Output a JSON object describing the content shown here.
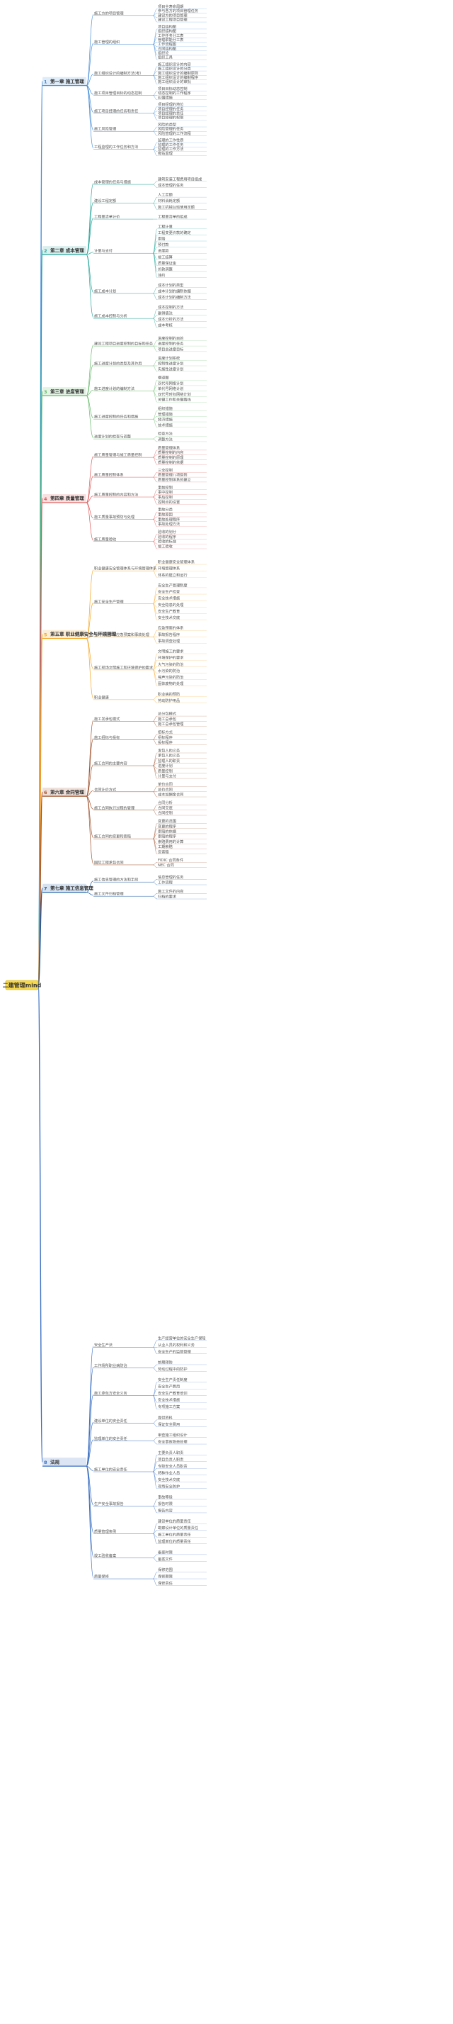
{
  "root": {
    "label": "二建管理mind"
  },
  "sections": [
    {
      "num": "1",
      "title": "第一章 施工管理",
      "badge": "",
      "color": "#4a90d9",
      "children": [
        {
          "t": "施工方的项目管理",
          "c": [
            "项目全寿命周期",
            "参与各方的项目管理任务",
            "建设方的项目管理",
            "建设工程项目管理"
          ]
        },
        {
          "t": "施工管理的组织",
          "c": [
            "项目结构图",
            "组织结构图",
            "工作任务分工表",
            "管理职能分工表",
            "工作流程图",
            "合同结构图",
            "组织论",
            "组织工具"
          ]
        },
        {
          "t": "施工组织设计的编制方法(考）",
          "c": [
            "施工组织设计的内容",
            "施工组织设计的分类",
            "施工组织设计的编制原则",
            "施工组织设计的编制程序",
            "施工组织设计的审批"
          ]
        },
        {
          "t": "施工项目管理目标的动态控制",
          "c": [
            "项目目标动态控制",
            "动态控制的工作程序",
            "纠偏措施"
          ]
        },
        {
          "t": "施工项目经理的任务和责任",
          "c": [
            "项目经理的地位",
            "项目经理的任务",
            "项目经理的责任",
            "项目经理的权限"
          ]
        },
        {
          "t": "施工风险管理",
          "c": [
            "风险的类型",
            "风险管理的任务",
            "风险管理的工作流程"
          ]
        },
        {
          "t": "工程监理的工作任务和方法",
          "c": [
            "监理的工作性质",
            "监理的工作任务",
            "监理的工作方法",
            "旁站监理"
          ]
        }
      ]
    },
    {
      "num": "2",
      "title": "第二章 成本管理",
      "badge": "",
      "color": "#26a69a",
      "children": [
        {
          "t": "成本管理的任务与措施",
          "c": [
            "建筑安装工程费用项目组成",
            "成本管理的任务"
          ]
        },
        {
          "t": "建设工程定额",
          "c": [
            "人工定额",
            "材料消耗定额",
            "施工机械台班使用定额"
          ]
        },
        {
          "t": "工程量清单计价",
          "c": [
            "工程量清单的组成"
          ]
        },
        {
          "t": "计量与支付",
          "c": [
            "工程计量",
            "工程变更价款的确定",
            "索赔",
            "预付款",
            "进度款",
            "竣工结算",
            "质量保证金",
            "价款调整",
            "违约"
          ]
        },
        {
          "t": "施工成本计划",
          "c": [
            "成本计划的类型",
            "成本计划的编制依据",
            "成本计划的编制方法"
          ]
        },
        {
          "t": "施工成本控制与分析",
          "c": [
            "成本控制的方法",
            "赢得值法",
            "成本分析的方法",
            "成本考核"
          ]
        }
      ]
    },
    {
      "num": "3",
      "title": "第三章 进度管理",
      "badge": "",
      "color": "#66bb6a",
      "children": [
        {
          "t": "建设工程项目进度控制的目标和任务",
          "c": [
            "进度控制的目的",
            "进度控制的任务",
            "项目总进度目标"
          ]
        },
        {
          "t": "施工进度计划的类型及其作用",
          "c": [
            "进度计划系统",
            "控制性进度计划",
            "实施性进度计划"
          ]
        },
        {
          "t": "施工进度计划的编制方法",
          "c": [
            "横道图",
            "双代号网络计划",
            "单代号网络计划",
            "双代号时标网络计划",
            "关键工作和关键路线"
          ]
        },
        {
          "t": "施工进度控制的任务和措施",
          "c": [
            "组织措施",
            "管理措施",
            "经济措施",
            "技术措施"
          ]
        },
        {
          "t": "进度计划的检查与调整",
          "c": [
            "检查方法",
            "调整方法"
          ]
        }
      ]
    },
    {
      "num": "4",
      "title": "第四章 质量管理",
      "badge": "",
      "color": "#e05858",
      "children": [
        {
          "t": "施工质量管理与施工质量控制",
          "c": [
            "质量管理体系",
            "质量控制的内容",
            "质量控制的原理",
            "质量控制的依据"
          ]
        },
        {
          "t": "施工质量控制体系",
          "c": [
            "三全控制",
            "质量管理八项原则",
            "质量控制体系的建立"
          ]
        },
        {
          "t": "施工质量控制的内容和方法",
          "c": [
            "事前控制",
            "事中控制",
            "事后控制",
            "控制点的设置"
          ]
        },
        {
          "t": "施工质量事故预防与处理",
          "c": [
            "事故分类",
            "事故原因",
            "事故处理程序",
            "事故处理方法"
          ]
        },
        {
          "t": "施工质量验收",
          "c": [
            "验收的划分",
            "验收的程序",
            "验收的标准",
            "竣工验收"
          ]
        }
      ]
    },
    {
      "num": "5",
      "title": "第五章 职业健康安全与环境管理",
      "badge": "",
      "color": "#f5a623",
      "children": [
        {
          "t": "职业健康安全管理体系与环境管理体系",
          "c": [
            "职业健康安全管理体系",
            "环境管理体系",
            "体系的建立和运行"
          ]
        },
        {
          "t": "施工安全生产管理",
          "c": [
            "安全生产管理制度",
            "安全生产检查",
            "安全技术措施",
            "安全隐患的处理",
            "安全生产教育",
            "安全技术交底"
          ]
        },
        {
          "t": "生产安全事故应急预案和事故处理",
          "c": [
            "应急预案的体系",
            "事故报告程序",
            "事故调查处理"
          ]
        },
        {
          "t": "施工现场文明施工和环境保护的要求",
          "c": [
            "文明施工的要求",
            "环境保护的要求",
            "大气污染的防治",
            "水污染的防治",
            "噪声污染的防治",
            "固体废物的处理"
          ]
        },
        {
          "t": "职业健康",
          "c": [
            "职业病的预防",
            "劳动防护用品"
          ]
        }
      ]
    },
    {
      "num": "6",
      "title": "第六章 合同管理",
      "badge": "",
      "color": "#a0522d",
      "children": [
        {
          "t": "施工发承包模式",
          "c": [
            "总分包模式",
            "施工总承包",
            "施工总承包管理"
          ]
        },
        {
          "t": "施工招标与投标",
          "c": [
            "招标方式",
            "招标程序",
            "投标程序"
          ]
        },
        {
          "t": "施工合同的主要内容",
          "c": [
            "发包人的义务",
            "承包人的义务",
            "监理人的职责",
            "进度计划",
            "质量控制",
            "计量与支付"
          ]
        },
        {
          "t": "合同计价方式",
          "c": [
            "单价合同",
            "总价合同",
            "成本加酬金合同"
          ]
        },
        {
          "t": "施工合同执行过程的管理",
          "c": [
            "合同分析",
            "合同交底",
            "合同控制"
          ]
        },
        {
          "t": "施工合同的变更和索赔",
          "c": [
            "变更的范围",
            "变更的程序",
            "索赔的依据",
            "索赔的程序",
            "索赔费用的计算",
            "工期索赔",
            "反索赔"
          ]
        },
        {
          "t": "国际工程承包合同",
          "c": [
            "FIDIC 合同条件",
            "NEC 合同"
          ]
        }
      ]
    },
    {
      "num": "7",
      "title": "第七章 施工信息管理",
      "badge": "",
      "color": "#1e5fa8",
      "children": [
        {
          "t": "施工信息管理的方法和手段",
          "c": [
            "信息管理的任务",
            "工作流程"
          ]
        },
        {
          "t": "施工文件归档管理",
          "c": [
            "施工文件的内容",
            "归档的要求"
          ]
        }
      ]
    },
    {
      "num": "8",
      "title": "法规",
      "badge": "",
      "color": "#3a6fc2",
      "children": [
        {
          "t": "安全生产法",
          "c": [
            "生产经营单位的安全生产保障",
            "从业人员的权利和义务",
            "安全生产的监督管理"
          ]
        },
        {
          "t": "工作场所职业病防治",
          "c": [
            "前期预防",
            "劳动过程中的防护"
          ]
        },
        {
          "t": "施工承包方安全义务",
          "c": [
            "安全生产责任制度",
            "安全生产费用",
            "安全生产教育培训",
            "安全技术措施",
            "专项施工方案"
          ]
        },
        {
          "t": "建设单位的安全责任",
          "c": [
            "提供资料",
            "保证安全费用"
          ]
        },
        {
          "t": "监理单位的安全责任",
          "c": [
            "审查施工组织设计",
            "安全事故隐患处理"
          ]
        },
        {
          "t": "施工单位的安全责任",
          "c": [
            "主要负责人职责",
            "项目负责人职责",
            "专职安全人员职责",
            "特种作业人员",
            "安全技术交底",
            "现场安全防护"
          ]
        },
        {
          "t": "生产安全事故报告",
          "c": [
            "事故等级",
            "报告时限",
            "报告内容"
          ]
        },
        {
          "t": "质量管理条例",
          "c": [
            "建设单位的质量责任",
            "勘察设计单位的质量责任",
            "施工单位的质量责任",
            "监理单位的质量责任"
          ]
        },
        {
          "t": "竣工验收备案",
          "c": [
            "备案时限",
            "备案文件"
          ]
        },
        {
          "t": "质量保修",
          "c": [
            "保修范围",
            "保修期限",
            "保修责任"
          ]
        }
      ]
    }
  ]
}
